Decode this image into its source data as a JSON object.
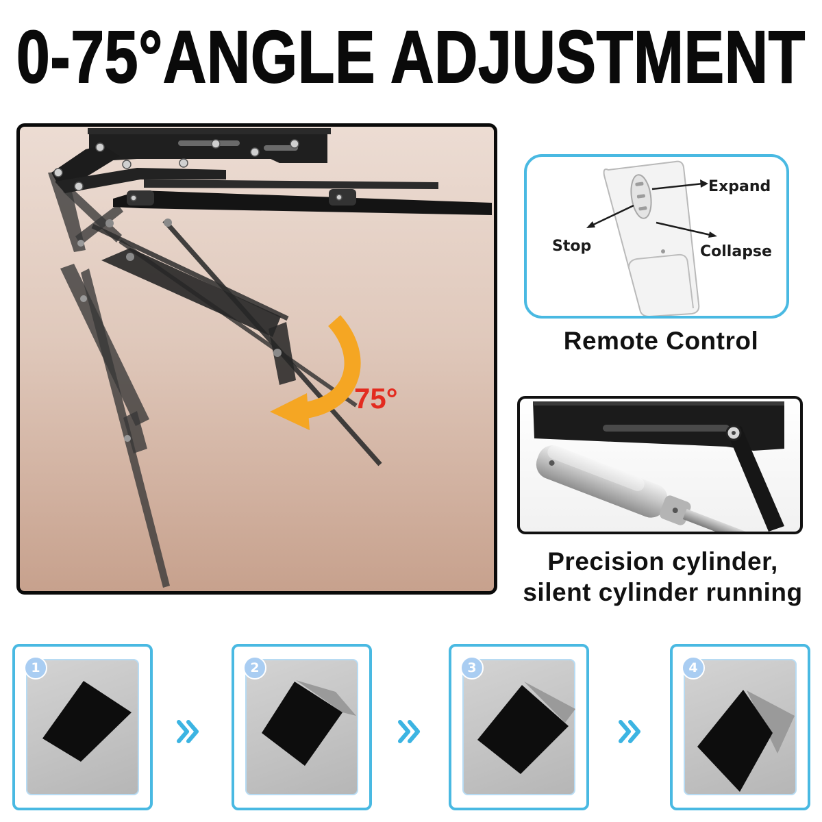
{
  "title": "0-75°ANGLE ADJUSTMENT",
  "main_illustration": {
    "angle_label": "75°"
  },
  "remote_control": {
    "labels": {
      "expand": "Expand",
      "stop": "Stop",
      "collapse": "Collapse"
    },
    "caption": "Remote Control"
  },
  "cylinder": {
    "caption_lines": [
      "Precision cylinder,",
      "silent cylinder running"
    ]
  },
  "steps": [
    {
      "number": "1"
    },
    {
      "number": "2"
    },
    {
      "number": "3"
    },
    {
      "number": "4"
    }
  ],
  "icons": {
    "angle_arrow": "curved-arrow-icon",
    "step_separator": "double-chevron-right-icon"
  },
  "colors": {
    "accent": "#49b9e2",
    "angle_arrow": "#f5a623",
    "angle_label": "#e32b1f",
    "badge": "#a9cdf2",
    "chevron": "#3cb4e2"
  }
}
